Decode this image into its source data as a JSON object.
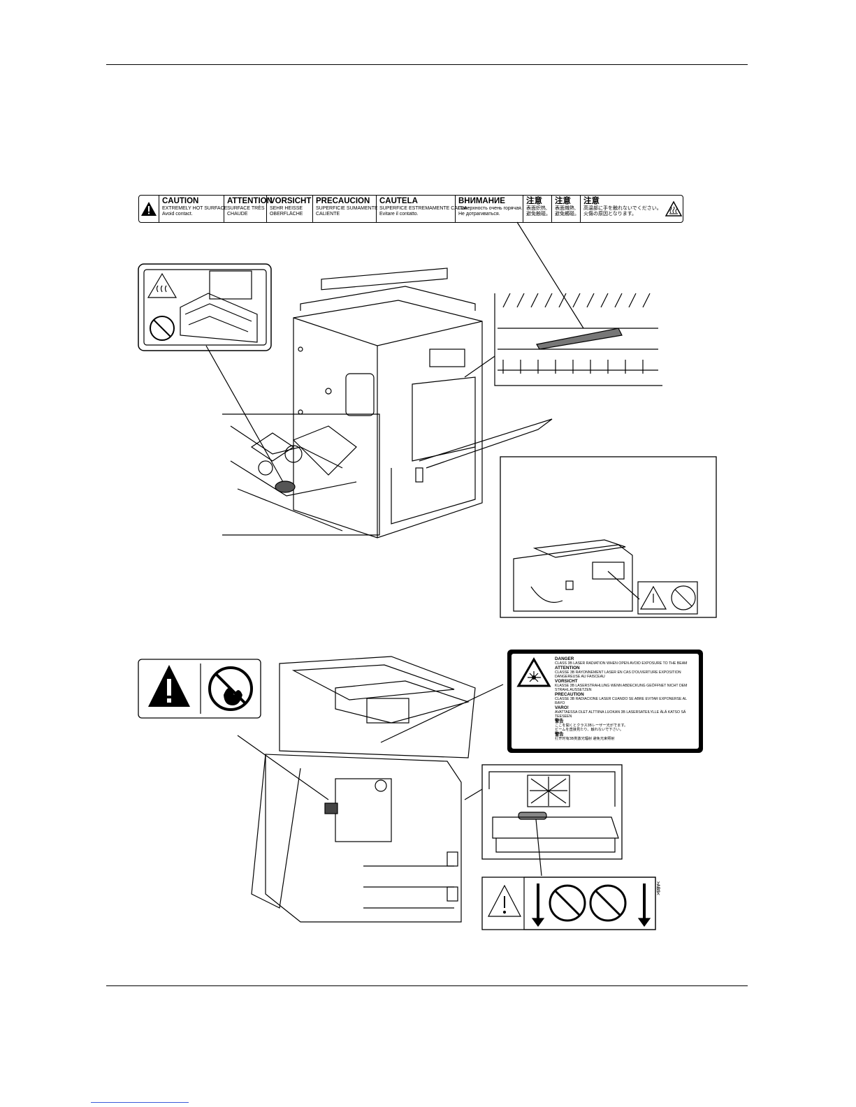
{
  "caution_label": {
    "segments": [
      {
        "heading": "CAUTION",
        "text": [
          "EXTREMELY HOT SURFACE",
          "Avoid contact."
        ]
      },
      {
        "heading": "ATTENTION",
        "text": [
          "SURFACE TRÈS",
          "CHAUDE"
        ]
      },
      {
        "heading": "VORSICHT",
        "text": [
          "SEHR HEISSE",
          "OBERFLÄCHE"
        ]
      },
      {
        "heading": "PRECAUCION",
        "text": [
          "SUPERFICIE SUMAMENTE",
          "CALIENTE"
        ]
      },
      {
        "heading": "CAUTELA",
        "text": [
          "SUPERFICE ESTREMAMENTE CALDA",
          "Evitare il contatto."
        ]
      },
      {
        "heading": "ВНИМАНИЕ",
        "text": [
          "Поверхность очень горячая.",
          "Не дотрагиваться."
        ]
      },
      {
        "heading": "注意",
        "text": [
          "表面炽热,",
          "避免触碰。"
        ]
      },
      {
        "heading": "注意",
        "text": [
          "表面熾熱,",
          "避免觸碰。"
        ]
      },
      {
        "heading": "注意",
        "text": [
          "高温部に手を触れないでください。",
          "火傷の原因となります。"
        ]
      }
    ]
  },
  "laser_label": {
    "entries": [
      {
        "heading": "DANGER",
        "text": [
          "CLASS 3B LASER RADIATION WHEN OPEN AVOID EXPOSURE TO THE BEAM"
        ]
      },
      {
        "heading": "ATTENTION",
        "text": [
          "CLASSE 3B RAYONNEMENT LASER EN CAS D'OUVERTURE EXPOSITION",
          "DANGEREUSE AU FAISCEAU"
        ]
      },
      {
        "heading": "VORSICHT",
        "text": [
          "KLASSE 3B LASERSTRAHLUNG WENN ABDECKUNG GEÖFFNET NICHT DEM",
          "STRAHL AUSSETZEN"
        ]
      },
      {
        "heading": "PRECAUTION",
        "text": [
          "CLASSE 3B RADIACIONE LASER CUANDO SE ABRE EVITAR EXPONERSE AL",
          "RAYO"
        ]
      },
      {
        "heading": "VARO!",
        "text": [
          "AVATTAESSA OLET ALTTIINA LUOKAN 3B LASERSATEILYLLE ÄLÄ KATSO SÄ",
          "TEESEEN"
        ]
      },
      {
        "heading": "警告",
        "text": [
          "ここを開くとクラス3Bレーザー光がでます。",
          "ビームを直接見たり、触れないで下さい。"
        ]
      },
      {
        "heading": "警告",
        "text": [
          "打开时有3B类激光辐射  避免光束照射"
        ]
      }
    ]
  },
  "bottom_label": {
    "side_text": ">ABS<"
  }
}
